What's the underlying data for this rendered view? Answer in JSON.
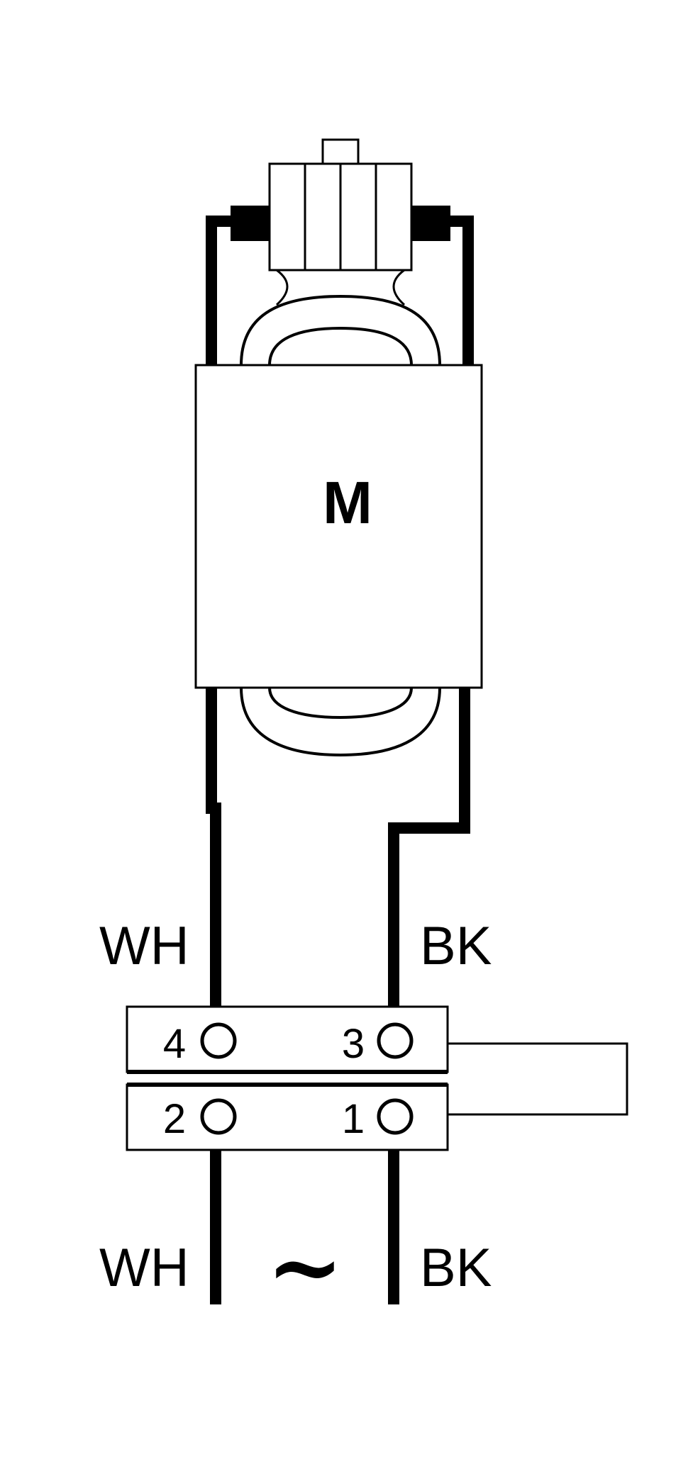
{
  "motor": {
    "label": "M"
  },
  "wires": {
    "upper_left": "WH",
    "upper_right": "BK",
    "lower_left": "WH",
    "lower_right": "BK"
  },
  "terminals": [
    {
      "number": "4"
    },
    {
      "number": "3"
    },
    {
      "number": "2"
    },
    {
      "number": "1"
    }
  ],
  "supply": {
    "symbol": "~"
  },
  "colors": {
    "ink": "#000000",
    "background": "#ffffff"
  }
}
